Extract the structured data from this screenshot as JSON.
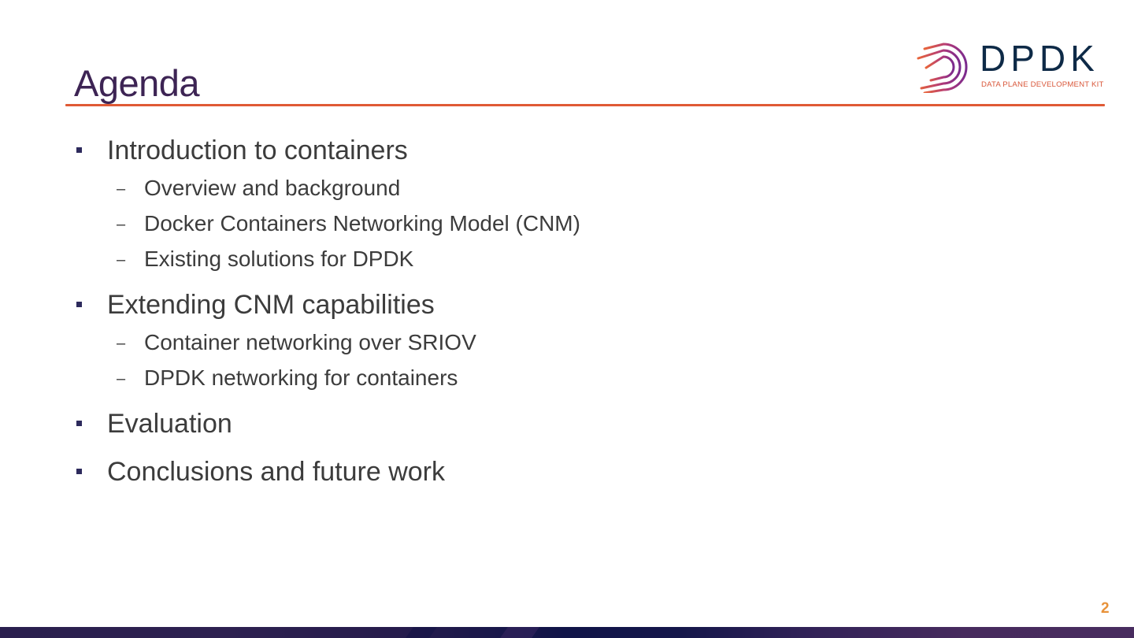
{
  "slide": {
    "title": "Agenda",
    "page_number": "2",
    "colors": {
      "title": "#3d2454",
      "rule": "#e05a35",
      "bullet": "#2d2a5c",
      "body_text": "#3c3c3c",
      "page_number": "#e8923a",
      "footer_band": "#2a1f4e"
    }
  },
  "logo": {
    "wordmark": "DPDK",
    "tagline": "DATA PLANE DEVELOPMENT KIT",
    "icon": "dpdk-arc-logo-icon"
  },
  "agenda": {
    "items": [
      {
        "label": "Introduction to containers",
        "subitems": [
          "Overview and background",
          "Docker Containers Networking Model (CNM)",
          "Existing solutions for DPDK"
        ]
      },
      {
        "label": "Extending CNM capabilities",
        "subitems": [
          "Container networking over SRIOV",
          "DPDK networking for containers"
        ]
      },
      {
        "label": "Evaluation",
        "subitems": []
      },
      {
        "label": "Conclusions and future work",
        "subitems": []
      }
    ],
    "bullet_glyph": "▪",
    "subbullet_glyph": "–"
  }
}
